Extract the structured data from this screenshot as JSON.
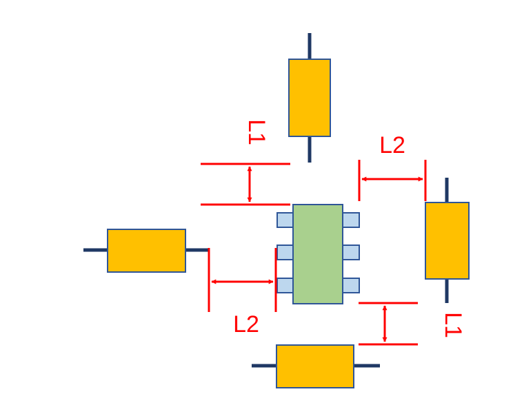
{
  "colors": {
    "background": "#ffffff",
    "component_fill": "#ffc000",
    "lead_stroke": "#1f3864",
    "ic_body_fill": "#a9d08e",
    "ic_pin_fill": "#bdd7ee",
    "outline_stroke": "#2e5597",
    "dimension_color": "#ff0000"
  },
  "labels": {
    "l1_top": "L1",
    "l2_top": "L2",
    "l2_bottom": "L2",
    "l1_bottom": "L1"
  }
}
